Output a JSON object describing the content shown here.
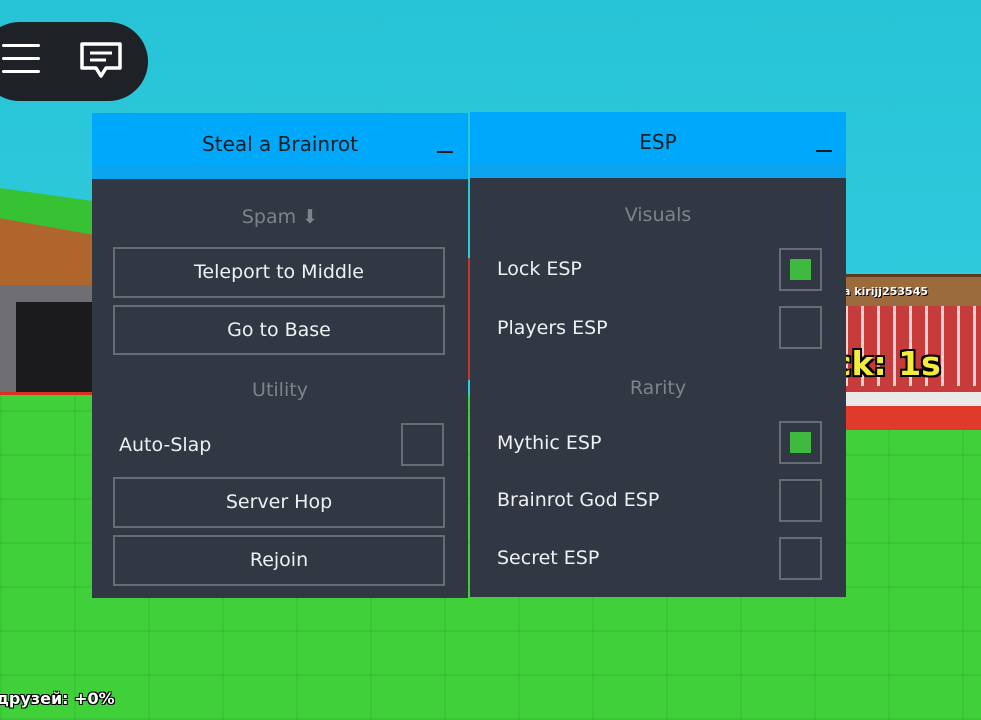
{
  "game": {
    "base_name": "a kirijj253545",
    "lock_timer": "ck: 1s",
    "friends_bonus": "друзей: +0%"
  },
  "topbar": {
    "menu_icon": "hamburger-menu-icon",
    "chat_icon": "chat-icon"
  },
  "left_panel": {
    "title": "Steal a Brainrot",
    "minimize_label": "_",
    "spam_section": "Spam ⬇",
    "teleport_middle": "Teleport to Middle",
    "go_to_base": "Go to Base",
    "utility_section": "Utility",
    "auto_slap_label": "Auto-Slap",
    "auto_slap_checked": false,
    "server_hop": "Server Hop",
    "rejoin": "Rejoin"
  },
  "right_panel": {
    "title": "ESP",
    "minimize_label": "_",
    "visuals_section": "Visuals",
    "lock_esp_label": "Lock ESP",
    "lock_esp_checked": true,
    "players_esp_label": "Players ESP",
    "players_esp_checked": false,
    "rarity_section": "Rarity",
    "mythic_esp_label": "Mythic ESP",
    "mythic_esp_checked": true,
    "brainrot_god_esp_label": "Brainrot God ESP",
    "brainrot_god_esp_checked": false,
    "secret_esp_label": "Secret ESP",
    "secret_esp_checked": false
  },
  "colors": {
    "header_blue": "#00a8fb",
    "panel_bg": "#323843",
    "check_green": "#3fb93f",
    "timer_yellow": "#f4ec3a"
  }
}
